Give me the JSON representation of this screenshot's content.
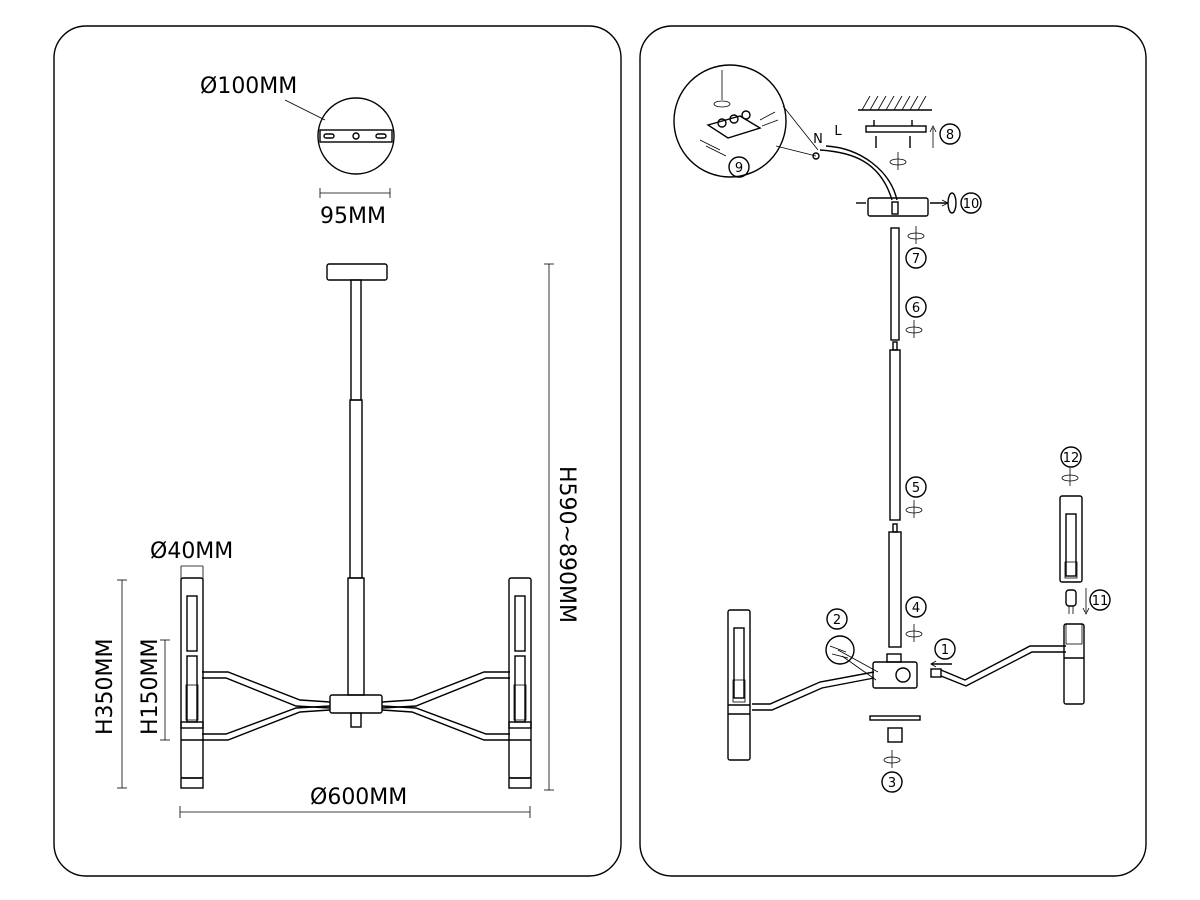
{
  "left_panel": {
    "canopy_diameter": "Ø100MM",
    "canopy_hole_spacing": "95MM",
    "total_height": "H590~890MM",
    "shade_diameter": "Ø40MM",
    "arm_height_outer": "H350MM",
    "arm_height_inner": "H150MM",
    "overall_diameter": "Ø600MM"
  },
  "right_panel": {
    "steps": [
      "1",
      "2",
      "3",
      "4",
      "5",
      "6",
      "7",
      "8",
      "9",
      "10",
      "11",
      "12"
    ],
    "wire_labels": {
      "neutral": "N",
      "live": "L"
    }
  }
}
